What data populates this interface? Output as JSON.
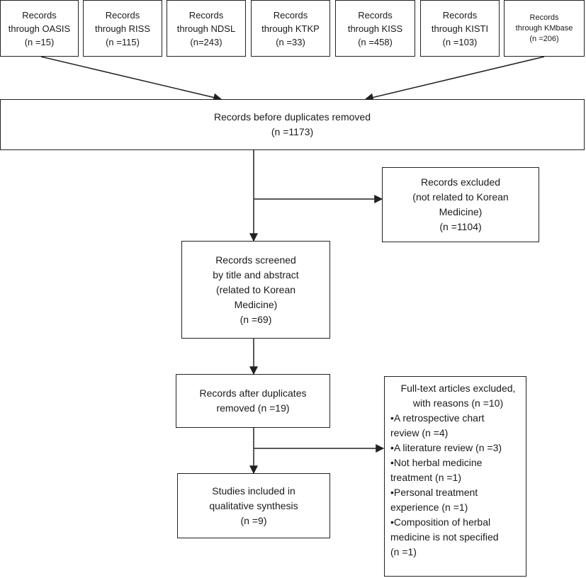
{
  "sources": [
    {
      "line1": "Records",
      "line2": "through OASIS",
      "count": "(n =15)"
    },
    {
      "line1": "Records",
      "line2": "through RISS",
      "count": "(n =115)"
    },
    {
      "line1": "Records",
      "line2": "through NDSL",
      "count": "(n=243)"
    },
    {
      "line1": "Records",
      "line2": "through KTKP",
      "count": "(n =33)"
    },
    {
      "line1": "Records",
      "line2": "through KISS",
      "count": "(n =458)"
    },
    {
      "line1": "Records",
      "line2": "through KISTI",
      "count": "(n =103)"
    },
    {
      "line1": "Records",
      "line2": "through KMbase",
      "count": "(n =206)"
    }
  ],
  "before_duplicates": {
    "line1": "Records before duplicates removed",
    "count": "(n =1173)"
  },
  "excluded": {
    "line1": "Records excluded",
    "line2": "(not related to Korean",
    "line3": "Medicine)",
    "count": "(n =1104)"
  },
  "screened": {
    "line1": "Records screened",
    "line2": "by title and abstract",
    "line3": "(related to Korean",
    "line4": "Medicine)",
    "count": "(n =69)"
  },
  "after_duplicates": {
    "line1": "Records after duplicates",
    "line2": "removed (n =19)"
  },
  "fulltext_excluded": {
    "title1": "Full-text articles excluded,",
    "title2": "with reasons (n =10)",
    "lines": [
      "•A retrospective chart",
      "review (n =4)",
      "•A  literature review (n =3)",
      "•Not herbal medicine",
      "treatment (n =1)",
      "•Personal treatment",
      "experience (n =1)",
      "•Composition of herbal",
      "medicine is not specified",
      "(n =1)"
    ]
  },
  "included": {
    "line1": "Studies included in",
    "line2": "qualitative synthesis",
    "count": "(n =9)"
  }
}
